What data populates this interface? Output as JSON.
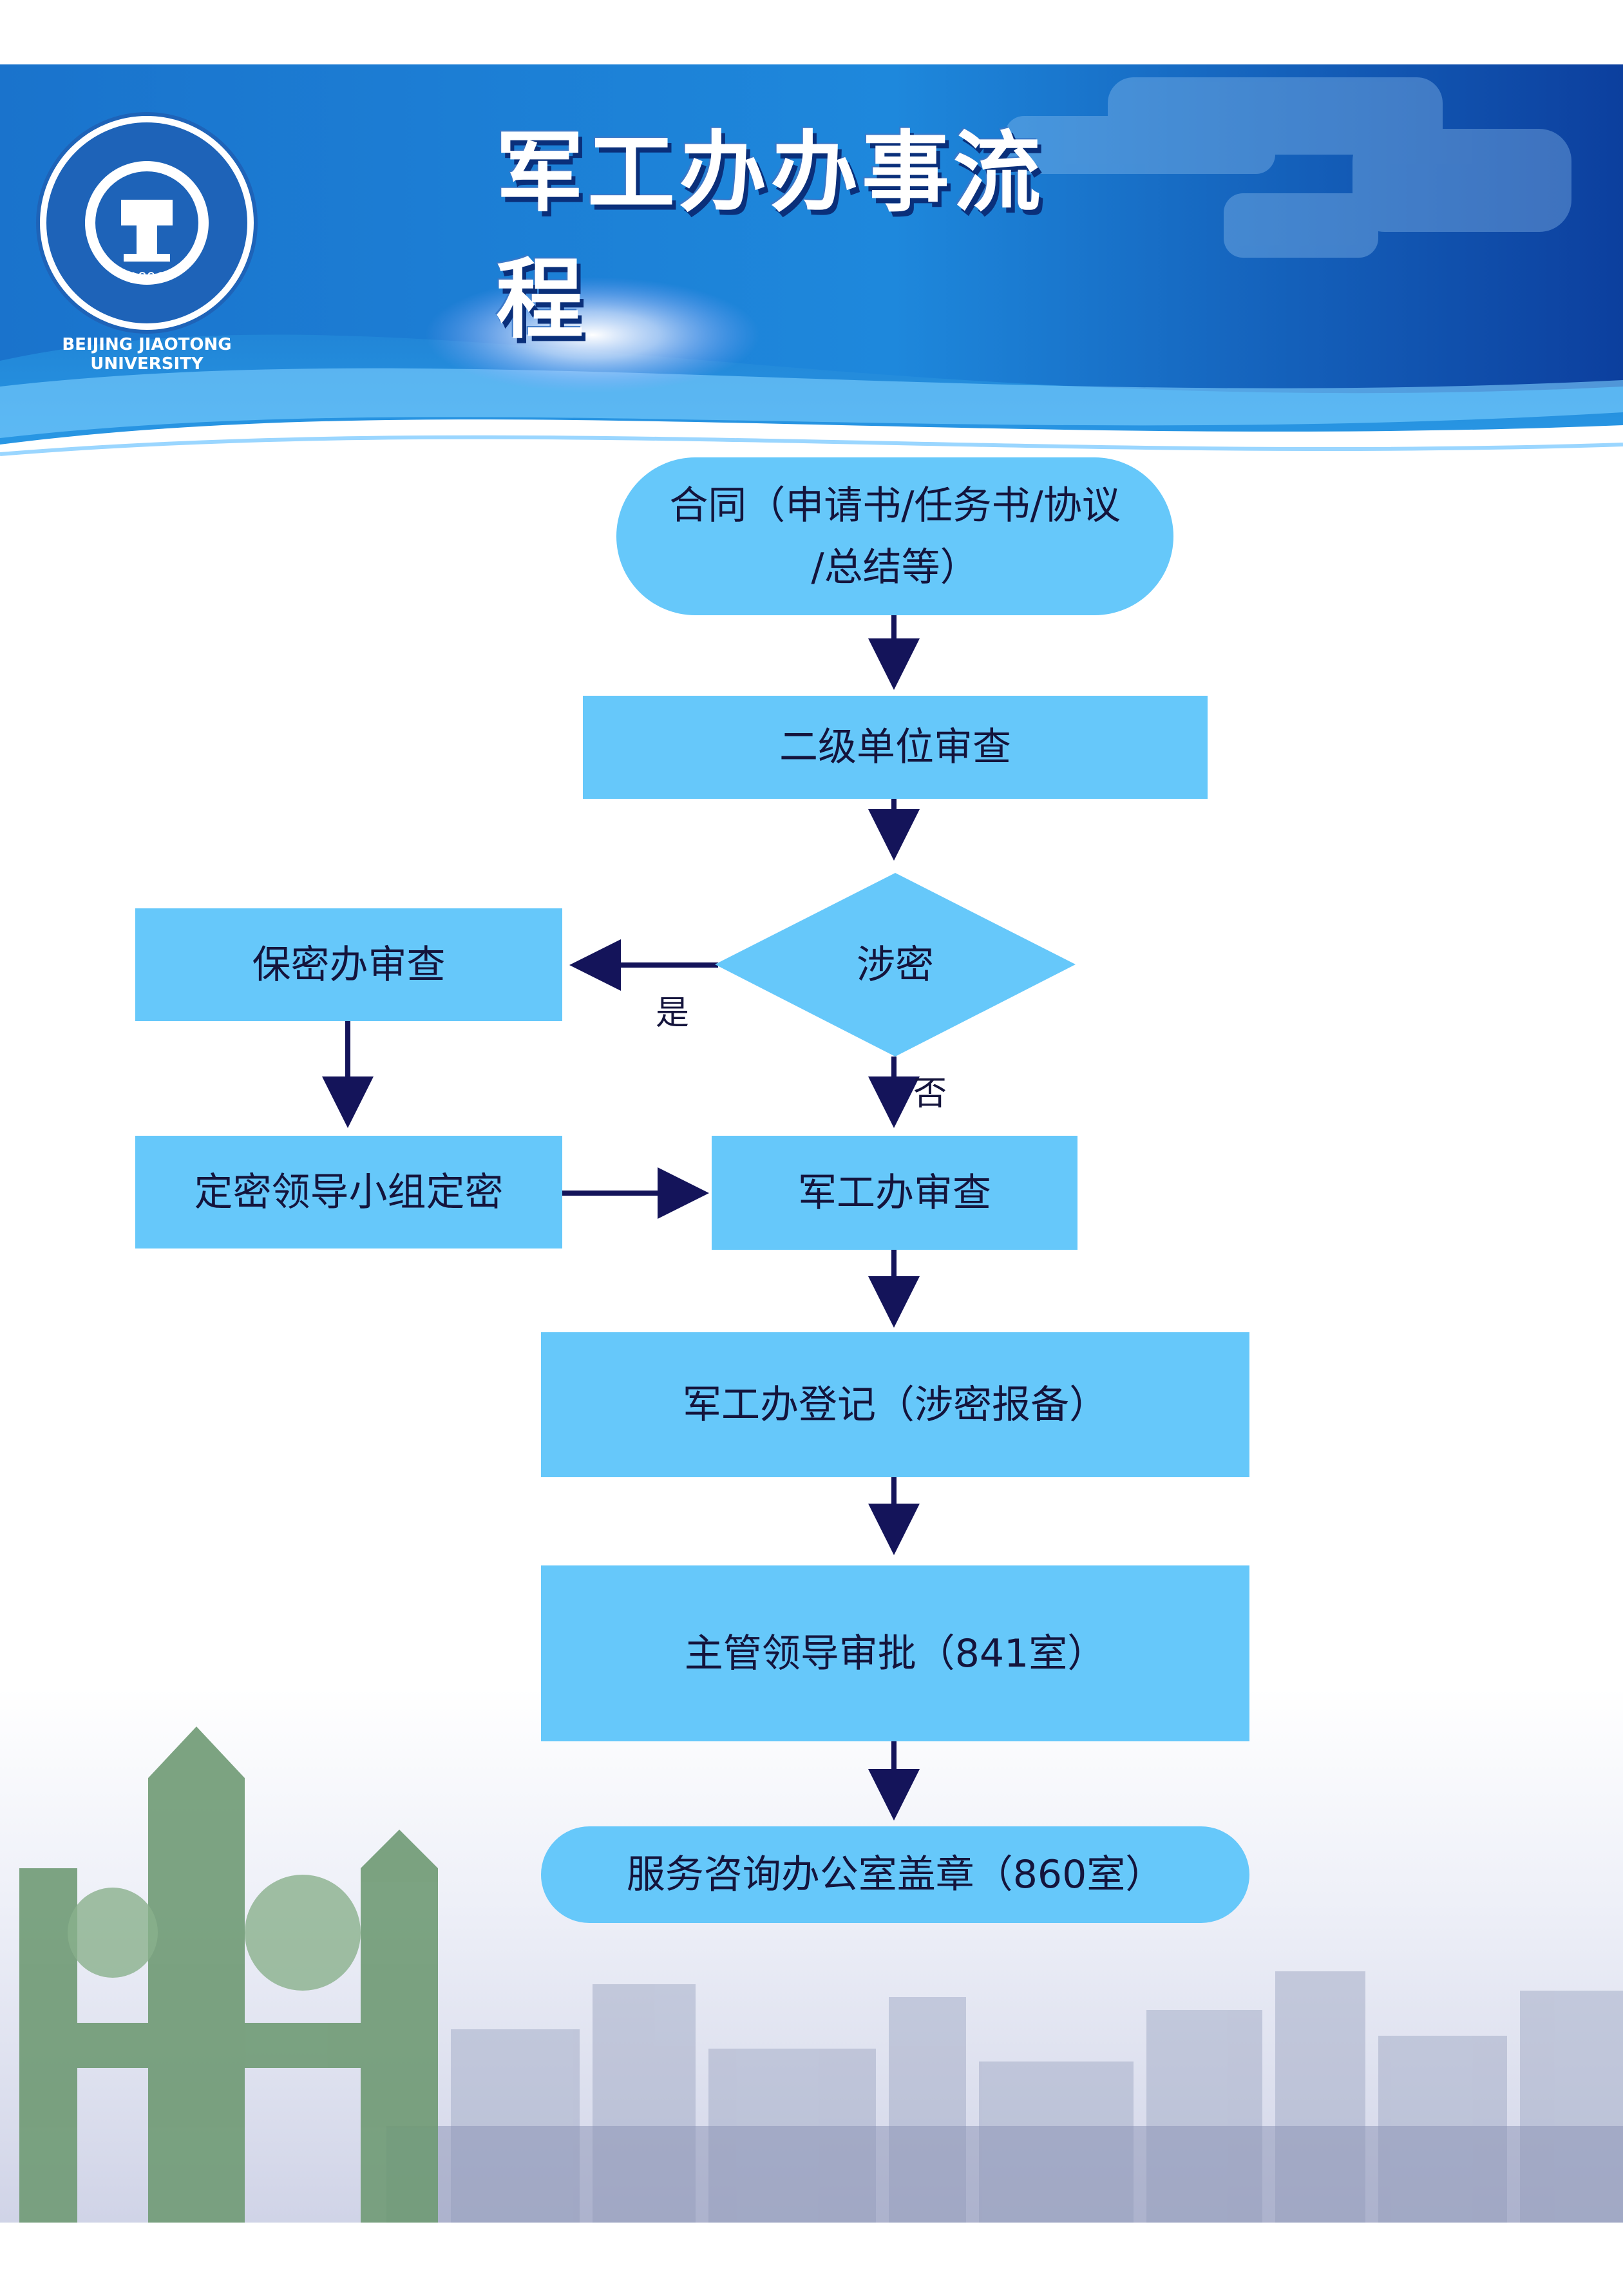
{
  "header": {
    "title": "军工办办事流程",
    "logo": {
      "text": "BEIJING JIAOTONG UNIVERSITY",
      "year": "1896",
      "icon": "university-seal-icon"
    }
  },
  "flowchart": {
    "nodes": {
      "contract_line1": "合同（申请书/任务书/协议",
      "contract_line2": "/总结等）",
      "secondary_review": "二级单位审查",
      "classified": "涉密",
      "secrecy_review": "保密办审查",
      "classification_group": "定密领导小组定密",
      "military_review": "军工办审查",
      "registration": "军工办登记（涉密报备）",
      "leader_approval": "主管领导审批（841室）",
      "seal": "服务咨询办公室盖章（860室）"
    },
    "edge_labels": {
      "yes": "是",
      "no": "否"
    }
  },
  "colors": {
    "node_fill": "#66c8fa",
    "arrow": "#14145a",
    "header_blue": "#1565c0"
  }
}
